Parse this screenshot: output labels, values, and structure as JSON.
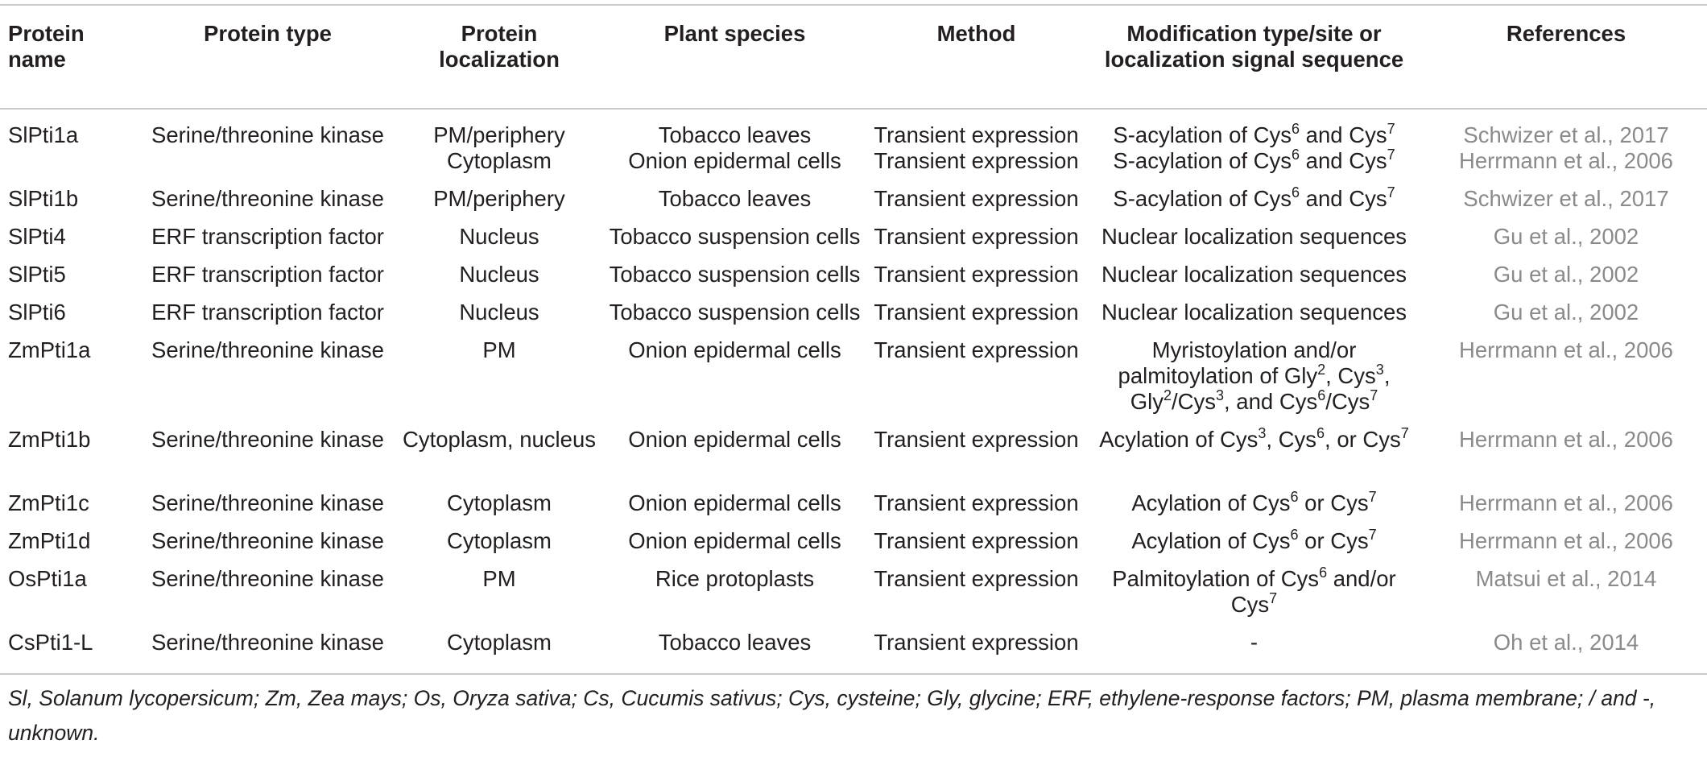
{
  "table": {
    "headers": [
      "Protein name",
      "Protein type",
      "Protein localization",
      "Plant species",
      "Method",
      "Modification type/site or localization signal sequence",
      "References"
    ],
    "rows": [
      {
        "name": "SlPti1a",
        "type": "Serine/threonine kinase",
        "localization": "PM/periphery",
        "species": "Tobacco leaves",
        "method": "Transient expression",
        "modification": "S-acylation of Cys⁶ and Cys⁷",
        "reference": "Schwizer et al., 2017"
      },
      {
        "name": "",
        "type": "",
        "localization": "Cytoplasm",
        "species": "Onion epidermal cells",
        "method": "Transient expression",
        "modification": "S-acylation of Cys⁶ and Cys⁷",
        "reference": "Herrmann et al., 2006"
      },
      {
        "name": "SlPti1b",
        "type": "Serine/threonine kinase",
        "localization": "PM/periphery",
        "species": "Tobacco leaves",
        "method": "Transient expression",
        "modification": "S-acylation of Cys⁶ and Cys⁷",
        "reference": "Schwizer et al., 2017"
      },
      {
        "name": "SlPti4",
        "type": "ERF transcription factor",
        "localization": "Nucleus",
        "species": "Tobacco suspension cells",
        "method": "Transient expression",
        "modification": "Nuclear localization sequences",
        "reference": "Gu et al., 2002"
      },
      {
        "name": "SlPti5",
        "type": "ERF transcription factor",
        "localization": "Nucleus",
        "species": "Tobacco suspension cells",
        "method": "Transient expression",
        "modification": "Nuclear localization sequences",
        "reference": "Gu et al., 2002"
      },
      {
        "name": "SlPti6",
        "type": "ERF transcription factor",
        "localization": "Nucleus",
        "species": "Tobacco suspension cells",
        "method": "Transient expression",
        "modification": "Nuclear localization sequences",
        "reference": "Gu et al., 2002"
      },
      {
        "name": "ZmPti1a",
        "type": "Serine/threonine kinase",
        "localization": "PM",
        "species": "Onion epidermal cells",
        "method": "Transient expression",
        "modification": "Myristoylation and/or palmitoylation of Gly², Cys³, Gly²/Cys³, and Cys⁶/Cys⁷",
        "reference": "Herrmann et al., 2006"
      },
      {
        "name": "ZmPti1b",
        "type": "Serine/threonine kinase",
        "localization": "Cytoplasm, nucleus",
        "species": "Onion epidermal cells",
        "method": "Transient expression",
        "modification": "Acylation of Cys³, Cys⁶, or Cys⁷",
        "reference": "Herrmann et al., 2006"
      },
      {
        "name": "ZmPti1c",
        "type": "Serine/threonine kinase",
        "localization": "Cytoplasm",
        "species": "Onion epidermal cells",
        "method": "Transient expression",
        "modification": "Acylation of Cys⁶ or Cys⁷",
        "reference": "Herrmann et al., 2006"
      },
      {
        "name": "ZmPti1d",
        "type": "Serine/threonine kinase",
        "localization": "Cytoplasm",
        "species": "Onion epidermal cells",
        "method": "Transient expression",
        "modification": "Acylation of Cys⁶ or Cys⁷",
        "reference": "Herrmann et al., 2006"
      },
      {
        "name": "OsPti1a",
        "type": "Serine/threonine kinase",
        "localization": "PM",
        "species": "Rice protoplasts",
        "method": "Transient expression",
        "modification": "Palmitoylation of Cys⁶ and/or Cys⁷",
        "reference": "Matsui et al., 2014"
      },
      {
        "name": "CsPti1-L",
        "type": "Serine/threonine kinase",
        "localization": "Cytoplasm",
        "species": "Tobacco leaves",
        "method": "Transient expression",
        "modification": "-",
        "reference": "Oh et al., 2014"
      }
    ],
    "footnote": "Sl, Solanum lycopersicum; Zm, Zea mays; Os, Oryza sativa; Cs, Cucumis sativus; Cys, cysteine; Gly, glycine; ERF, ethylene-response factors; PM, plasma membrane; / and -, unknown."
  }
}
